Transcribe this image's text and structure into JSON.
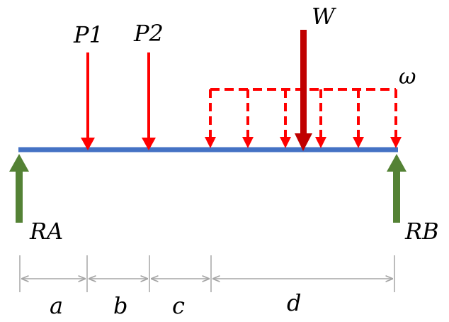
{
  "colors": {
    "beam": "#4472C4",
    "point_load": "#FF0000",
    "resultant_load": "#C00000",
    "distributed_load": "#FF0000",
    "reaction": "#548235",
    "dimension": "#A6A6A6",
    "text": "#000000"
  },
  "labels": {
    "p1": "P1",
    "p2": "P2",
    "w": "W",
    "omega": "ω",
    "ra": "RA",
    "rb": "RB",
    "dim_a": "a",
    "dim_b": "b",
    "dim_c": "c",
    "dim_d": "d"
  }
}
